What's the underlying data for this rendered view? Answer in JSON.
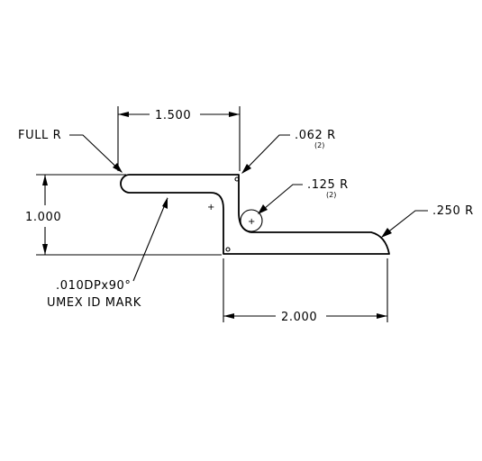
{
  "dimensions": {
    "width_top": ".1.500",
    "height_left": "1.000",
    "width_bottom": "2.000"
  },
  "callouts": {
    "full_radius": "FULL R",
    "radius_062": ".062 R",
    "radius_062_qty": "(2)",
    "radius_125": ".125 R",
    "radius_125_qty": "(2)",
    "radius_250": ".250 R",
    "id_mark_line1": ".010DPx90°",
    "id_mark_line2": "UMEX ID MARK"
  }
}
